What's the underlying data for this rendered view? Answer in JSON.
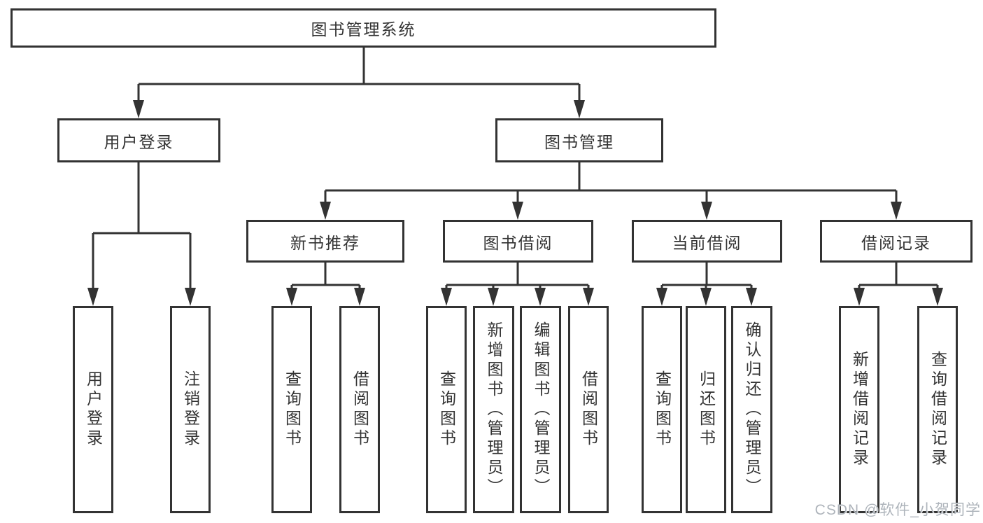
{
  "org_chart": {
    "type": "tree",
    "root": {
      "label": "图书管理系统",
      "children": [
        {
          "label": "用户登录",
          "children": [
            {
              "label": "用户登录"
            },
            {
              "label": "注销登录"
            }
          ]
        },
        {
          "label": "图书管理",
          "children": [
            {
              "label": "新书推荐",
              "children": [
                {
                  "label": "查询图书"
                },
                {
                  "label": "借阅图书"
                }
              ]
            },
            {
              "label": "图书借阅",
              "children": [
                {
                  "label": "查询图书"
                },
                {
                  "label": "新增图书（管理员）"
                },
                {
                  "label": "编辑图书（管理员）"
                },
                {
                  "label": "借阅图书"
                }
              ]
            },
            {
              "label": "当前借阅",
              "children": [
                {
                  "label": "查询图书"
                },
                {
                  "label": "归还图书"
                },
                {
                  "label": "确认归还（管理员）"
                }
              ]
            },
            {
              "label": "借阅记录",
              "children": [
                {
                  "label": "新增借阅记录"
                },
                {
                  "label": "查询借阅记录"
                }
              ]
            }
          ]
        }
      ]
    },
    "colors": {
      "line": "#333333",
      "box_border": "#333333",
      "text": "#333333",
      "background": "#ffffff"
    }
  },
  "watermark": {
    "text": "CSDN @软件_小贺同学",
    "color": "#aeb4bb"
  }
}
